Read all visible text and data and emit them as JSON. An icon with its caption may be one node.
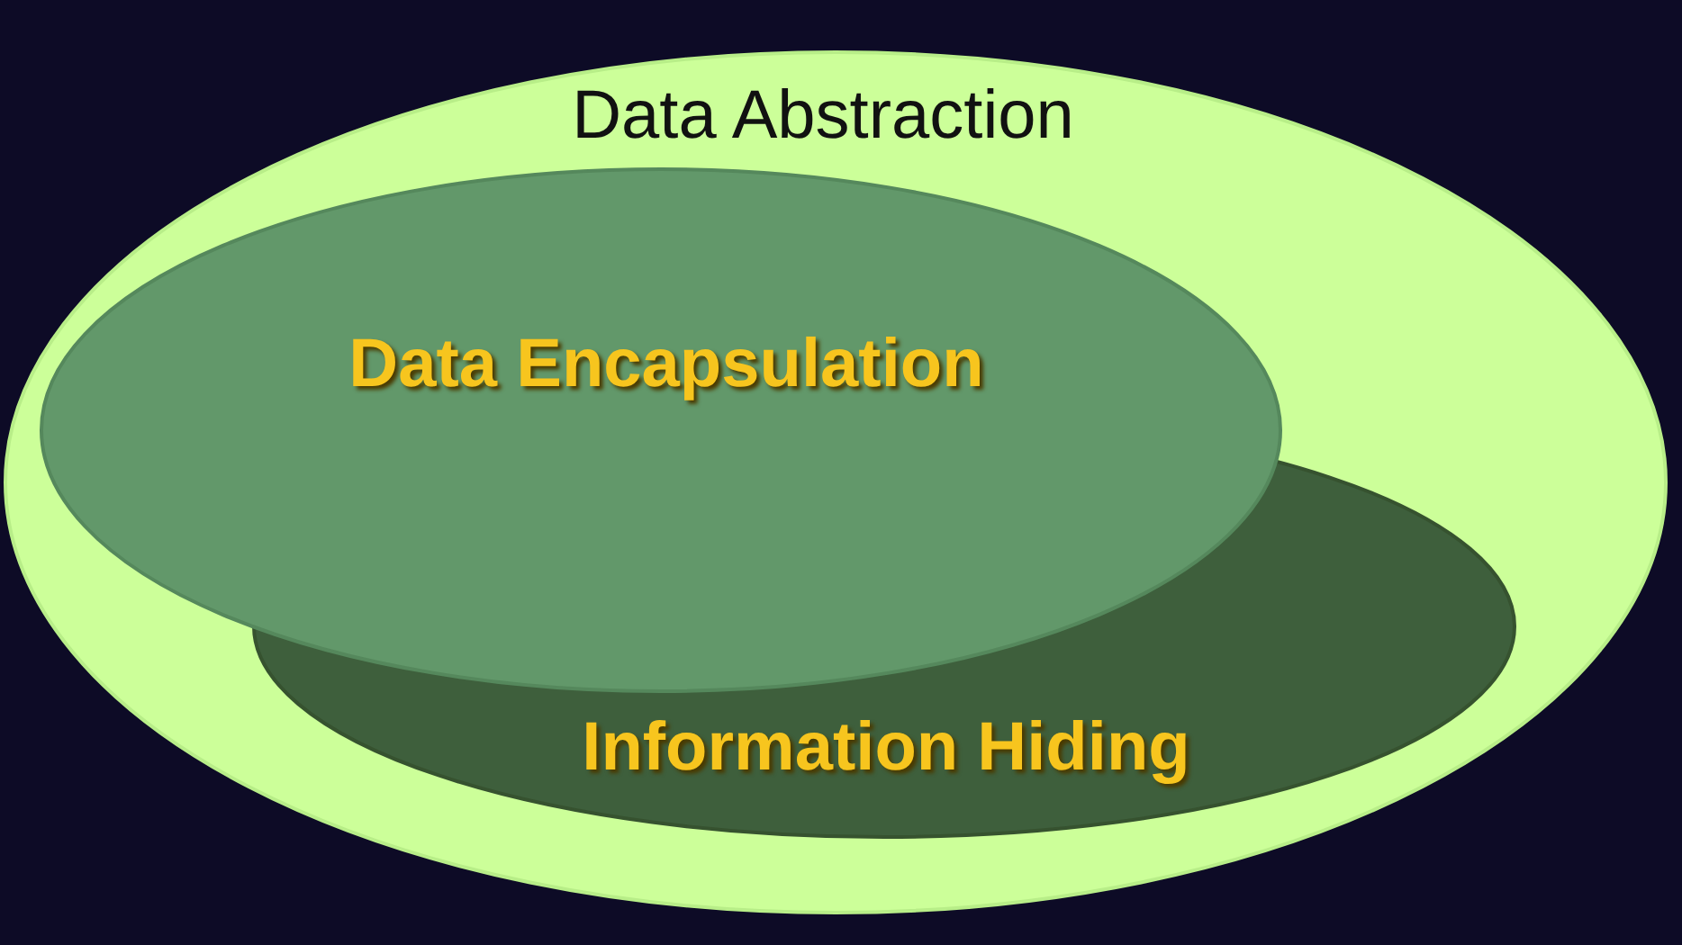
{
  "diagram": {
    "nodes": [
      {
        "text": [
          "Data Abstraction"
        ]
      },
      {
        "text": [
          "Data Encapsulation"
        ],
        "in": 0
      },
      {
        "text": [
          "Information Hiding"
        ],
        "in": 0
      }
    ]
  }
}
